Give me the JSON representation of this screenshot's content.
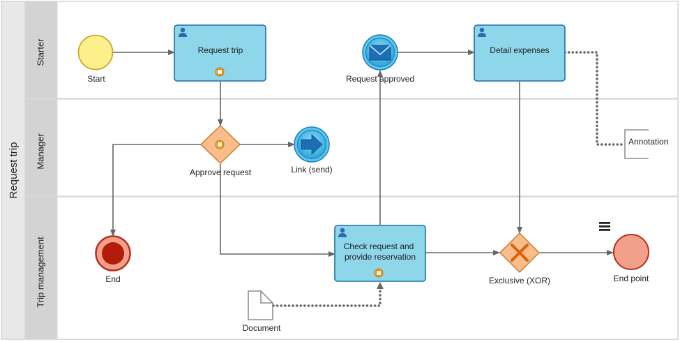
{
  "pool": {
    "label": "Request trip"
  },
  "lanes": [
    {
      "label": "Starter"
    },
    {
      "label": "Manager"
    },
    {
      "label": "Trip management"
    }
  ],
  "events": {
    "start": {
      "label": "Start"
    },
    "request_approved": {
      "label": "Request approved"
    },
    "link_send": {
      "label": "Link (send)"
    },
    "end": {
      "label": "End"
    },
    "end_point": {
      "label": "End point"
    }
  },
  "tasks": {
    "request_trip": {
      "lines": [
        "Request trip"
      ]
    },
    "detail_expenses": {
      "lines": [
        "Detail expenses"
      ]
    },
    "check_request": {
      "lines": [
        "Check request and",
        "provide reservation"
      ]
    }
  },
  "gateways": {
    "approve_request": {
      "label": "Approve request"
    },
    "exclusive": {
      "label": "Exclusive (XOR)"
    }
  },
  "artifacts": {
    "document": {
      "label": "Document"
    },
    "annotation": {
      "label": "Annotation"
    }
  },
  "colors": {
    "task_fill": "#8ed6ea",
    "task_border": "#1c6fa8",
    "start_fill": "#fbf08c",
    "gateway_fill": "#f8bd8a",
    "end_fill": "#f2a08c",
    "end_border": "#b5301b",
    "lane_header": "#d3d3d3",
    "pool_header": "#e8e8e8",
    "flow": "#666666"
  }
}
